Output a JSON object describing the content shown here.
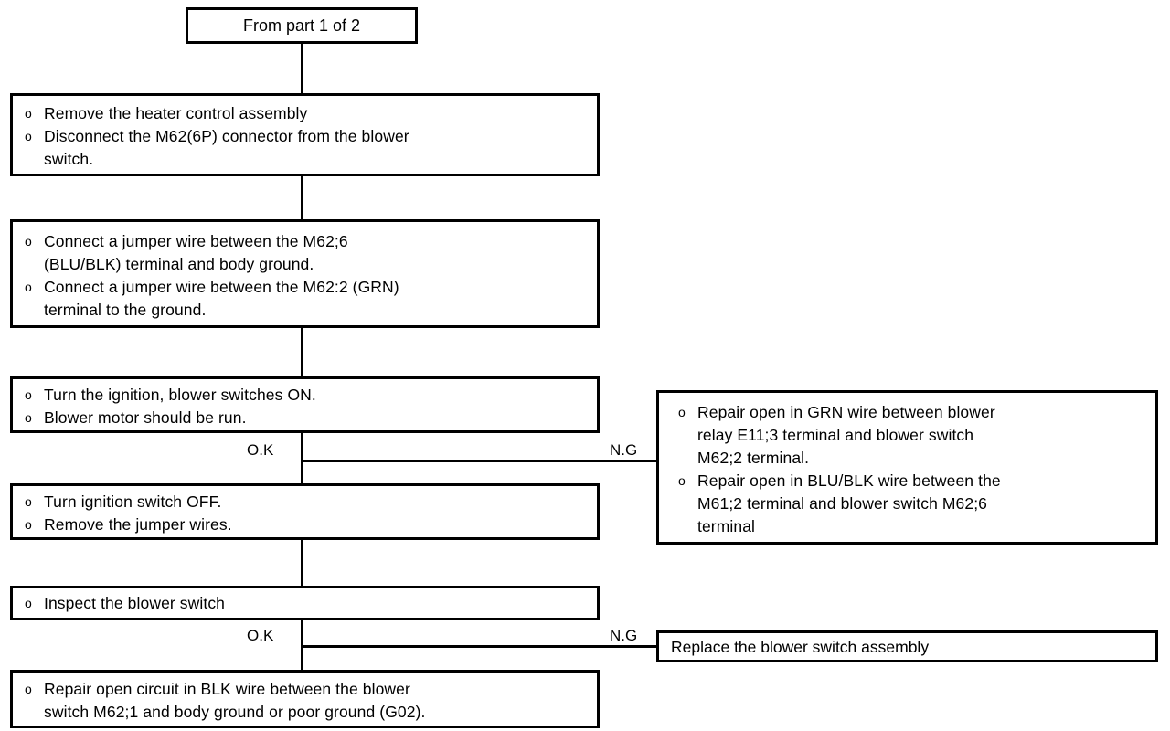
{
  "document": {
    "title": "Blower motor circuit troubleshooting flowchart (part 2 of 2)",
    "ink_color": "#000000",
    "paper_color": "#ffffff"
  },
  "nodes": {
    "entry": {
      "label": "From  part 1 of 2"
    },
    "step1": {
      "lines": [
        "Remove the heater control assembly",
        "Disconnect the M62(6P) connector from the blower\nswitch."
      ]
    },
    "step2": {
      "lines": [
        "Connect a jumper wire between the M62;6\n(BLU/BLK) terminal and body ground.",
        "Connect a jumper wire between the M62:2 (GRN)\nterminal to the ground."
      ]
    },
    "step3": {
      "lines": [
        "Turn the ignition, blower switches ON.",
        "Blower motor should be run."
      ]
    },
    "step4": {
      "lines": [
        "Turn ignition switch OFF.",
        "Remove the jumper wires."
      ]
    },
    "step5": {
      "lines": [
        "Inspect the blower switch"
      ]
    },
    "step6": {
      "lines": [
        "Repair open circuit in BLK wire between the blower\nswitch M62;1 and body ground or poor ground (G02)."
      ]
    },
    "repair_wires": {
      "lines": [
        "Repair open in GRN wire between blower\nrelay E11;3 terminal and blower switch\nM62;2 terminal.",
        "Repair open in BLU/BLK wire between the\nM61;2 terminal and blower switch M62;6\n terminal"
      ]
    },
    "replace_switch": {
      "label": "Replace the blower switch assembly"
    }
  },
  "edge_labels": {
    "ok_1": "O.K",
    "ng_1": "N.G",
    "ok_2": "O.K",
    "ng_2": "N.G"
  },
  "bullet_glyph": "o"
}
